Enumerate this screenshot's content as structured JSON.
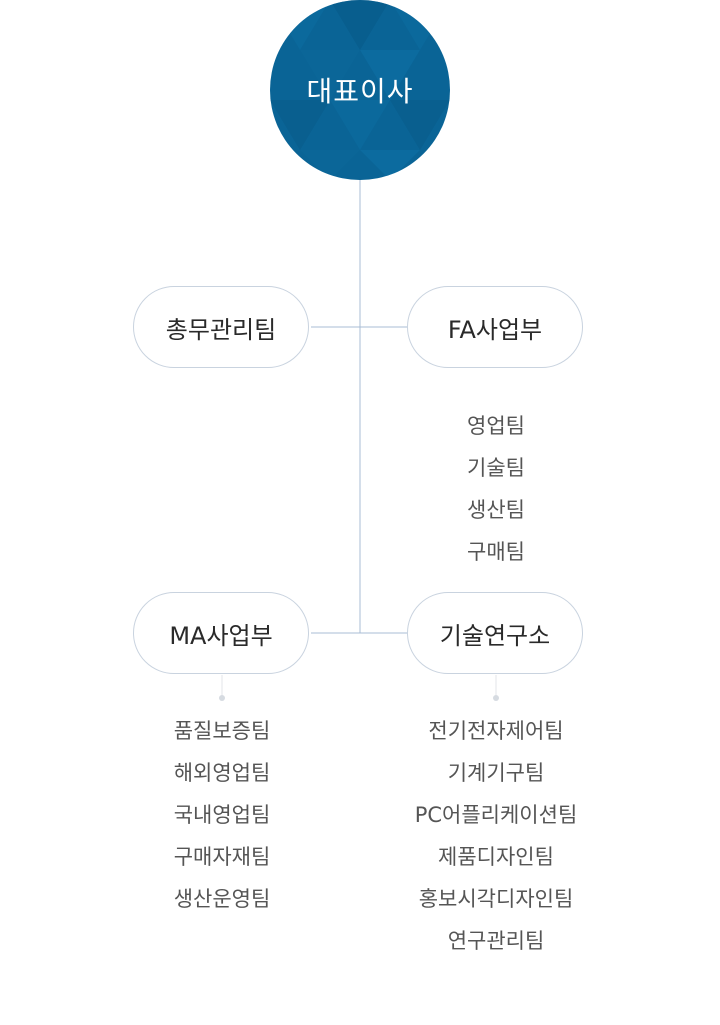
{
  "ceo": {
    "label": "대표이사"
  },
  "departments": {
    "general_affairs": {
      "label": "총무관리팀"
    },
    "fa_division": {
      "label": "FA사업부",
      "teams": [
        "영업팀",
        "기술팀",
        "생산팀",
        "구매팀"
      ]
    },
    "ma_division": {
      "label": "MA사업부",
      "teams": [
        "품질보증팀",
        "해외영업팀",
        "국내영업팀",
        "구매자재팀",
        "생산운영팀"
      ]
    },
    "research_lab": {
      "label": "기술연구소",
      "teams": [
        "전기전자제어팀",
        "기계기구팀",
        "PC어플리케이션팀",
        "제품디자인팀",
        "홍보시각디자인팀",
        "연구관리팀"
      ]
    }
  },
  "colors": {
    "ceo_fill": "#0a6496",
    "node_border": "#c9d3df",
    "connector": "#a9bcd4"
  }
}
